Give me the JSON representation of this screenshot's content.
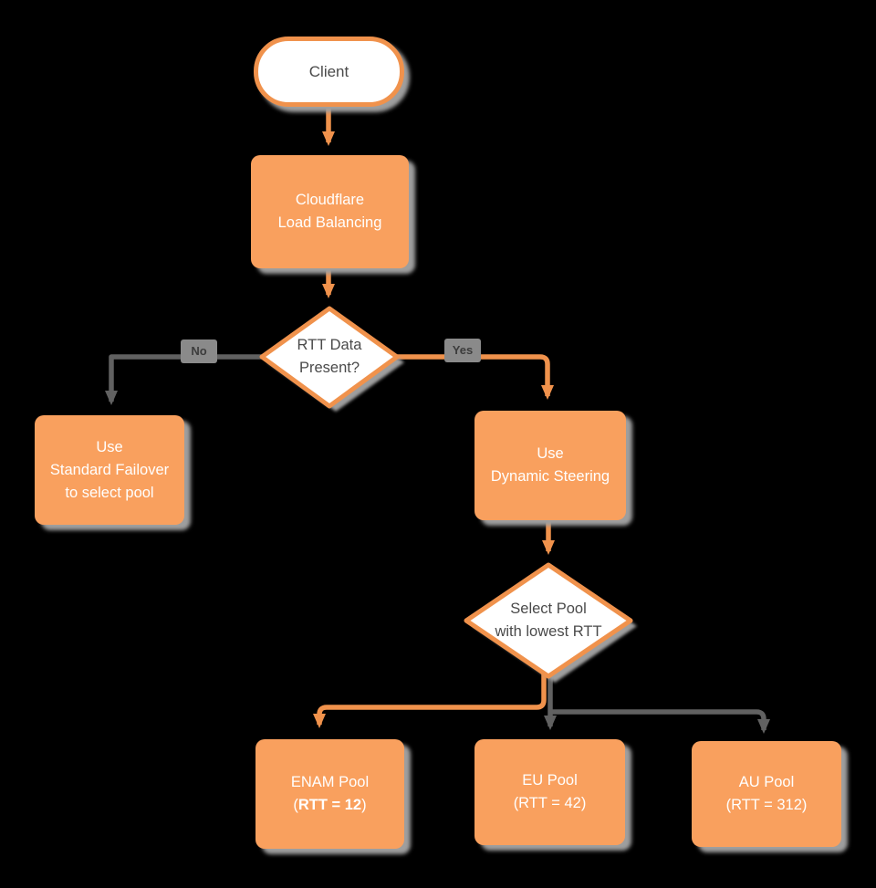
{
  "title": "Cloudflare Load Balancing RTT steering flowchart",
  "colors": {
    "background": "#000000",
    "orange_fill": "#F9A05E",
    "orange_stroke": "#F0924C",
    "gray_line": "#616161",
    "shadow": "#9E9E9E",
    "text_dark": "#4A4A4A",
    "text_light": "#FFFFFF",
    "badge_bg": "#8A8A8A",
    "badge_text": "#3C3C3C"
  },
  "nodes": {
    "client": {
      "label": "Client"
    },
    "cloudflare": {
      "label": "Cloudflare\nLoad Balancing"
    },
    "rtt_decision": {
      "label": "RTT Data\nPresent?"
    },
    "standard_failover": {
      "label": "Use\nStandard Failover\nto select pool"
    },
    "dynamic_steering": {
      "label": "Use\nDynamic Steering"
    },
    "select_pool": {
      "label": "Select Pool\nwith lowest RTT"
    },
    "enam_pool": {
      "line1": "ENAM Pool",
      "line2_open": "(",
      "line2_value": "RTT = 12",
      "line2_close": ")"
    },
    "eu_pool": {
      "label": "EU Pool\n(RTT = 42)"
    },
    "au_pool": {
      "label": "AU Pool\n(RTT = 312)"
    }
  },
  "edges": {
    "no_label": "No",
    "yes_label": "Yes"
  }
}
